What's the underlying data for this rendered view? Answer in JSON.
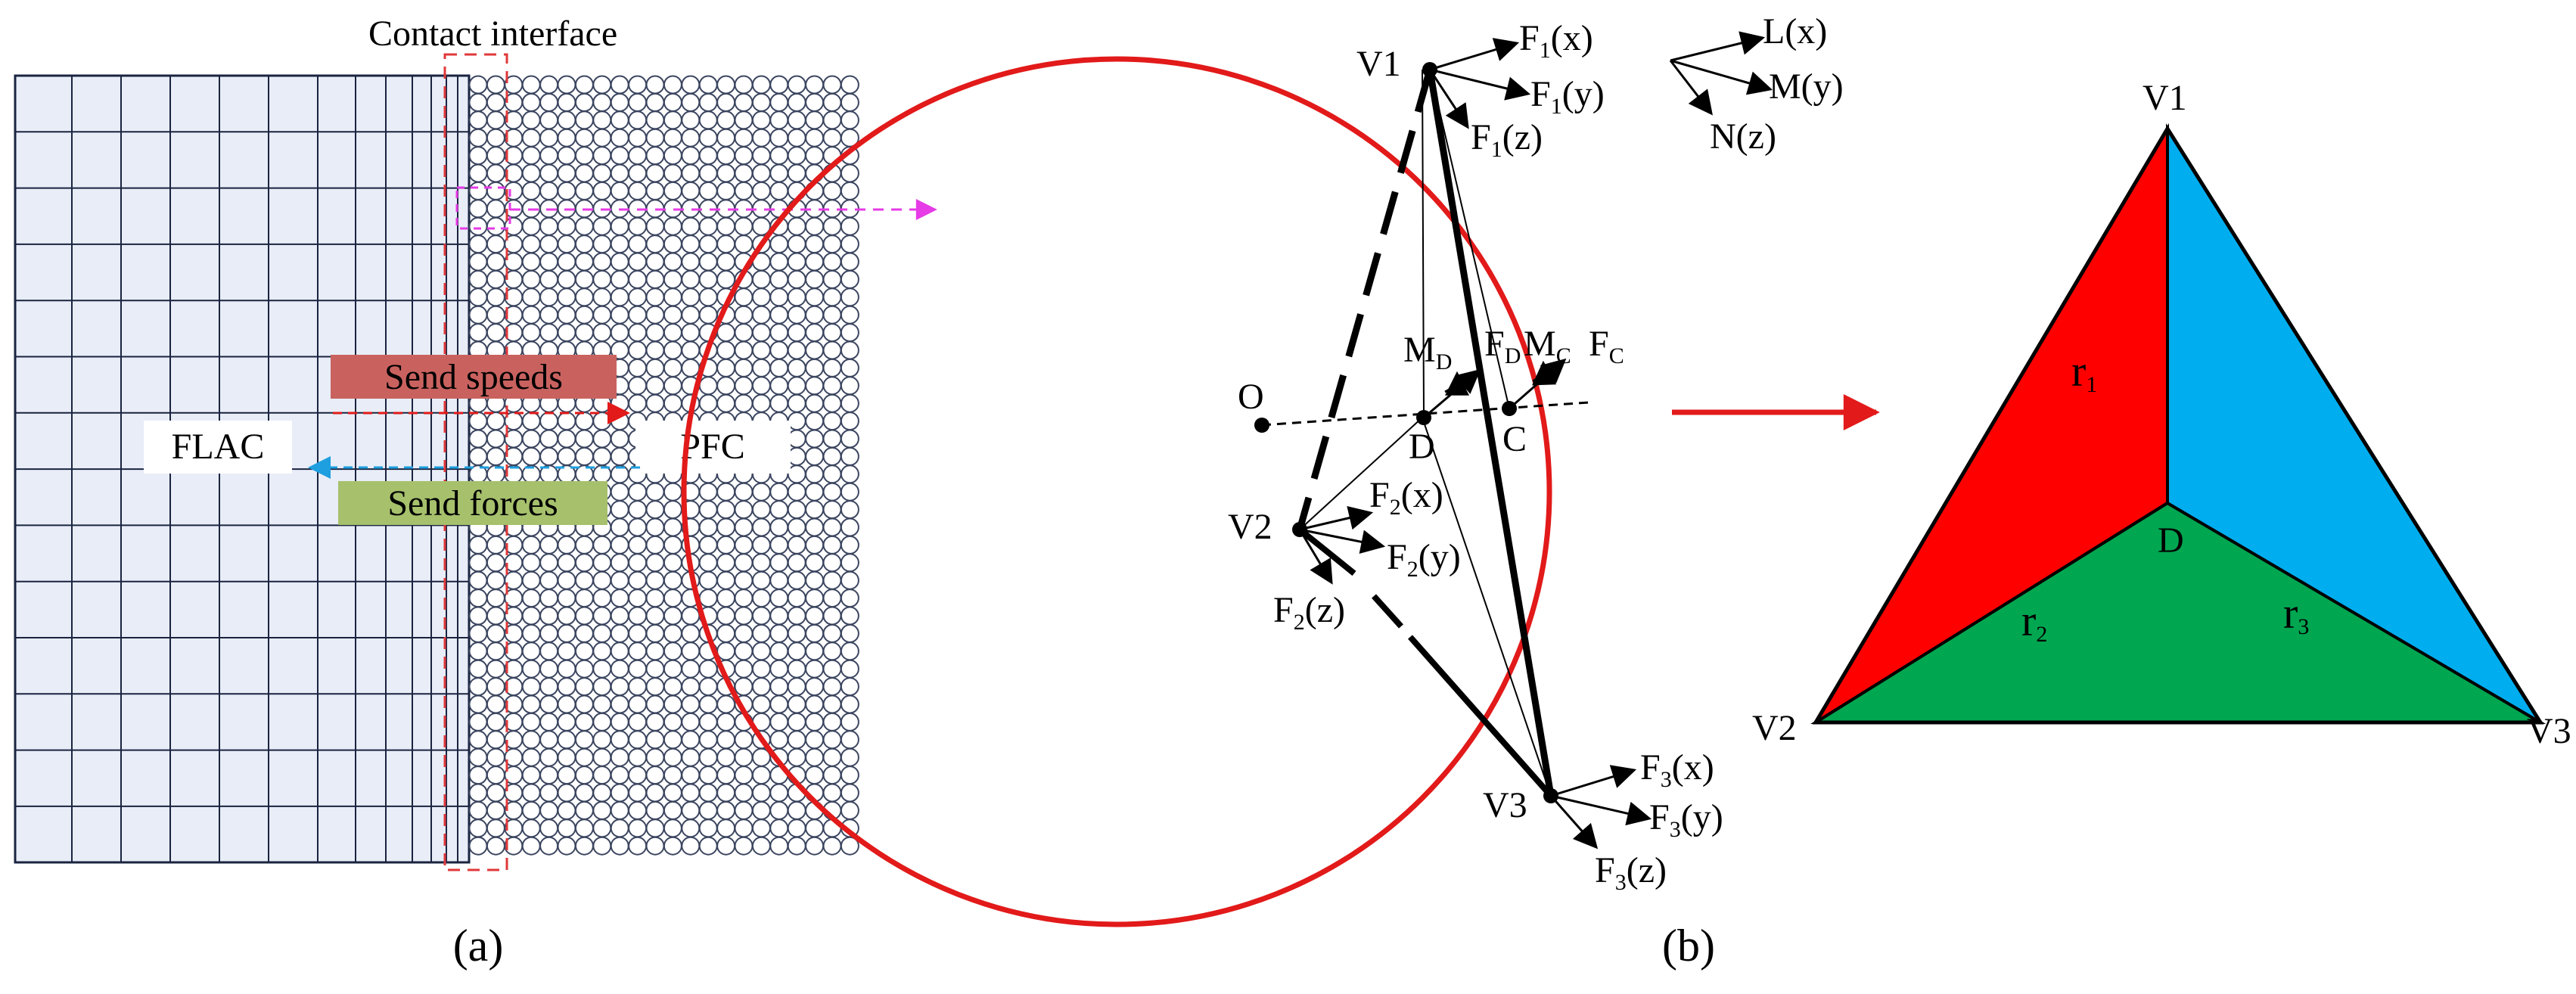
{
  "panel_a": {
    "caption": "(a)",
    "interface_label": "Contact interface",
    "send_speeds": "Send speeds",
    "send_forces": "Send forces",
    "flac": "FLAC",
    "pfc": "PFC",
    "colors": {
      "grid_fill": "#e8edf7",
      "grid_line": "#1a2440",
      "ball_line": "#3c4660",
      "interface_box": "#e0383a",
      "arrow_magenta": "#e63be6",
      "speeds_bg": "#c9625f",
      "forces_bg": "#a6c06c",
      "speeds_arrow": "#e21a1a",
      "forces_arrow": "#1e9fe0"
    }
  },
  "panel_b": {
    "caption": "(b)",
    "circle_color": "#e21a1a",
    "vertices": {
      "v1": "V1",
      "v2": "V2",
      "v3": "V3"
    },
    "points": {
      "o": "O",
      "d": "D",
      "c": "C"
    },
    "forces": {
      "f1": [
        "F",
        "1",
        "(x)",
        "(y)",
        "(z)"
      ],
      "f2": [
        "F",
        "2",
        "(x)",
        "(y)",
        "(z)"
      ],
      "f3": [
        "F",
        "3",
        "(x)",
        "(y)",
        "(z)"
      ]
    },
    "axes": {
      "l": "L(x)",
      "m": "M(y)",
      "n": "N(z)"
    },
    "moments": {
      "md_main": "M",
      "md_sub": "D",
      "fd_main": "F",
      "fd_sub": "D",
      "mc_main": "M",
      "mc_sub": "C",
      "fc_main": "F",
      "fc_sub": "C"
    }
  },
  "panel_c": {
    "vertices": {
      "v1": "V1",
      "v2": "V2",
      "v3": "V3"
    },
    "center": "D",
    "regions": [
      {
        "main": "r",
        "sub": "1",
        "color": "#ff0000"
      },
      {
        "main": "r",
        "sub": "2",
        "color": "#00a650"
      },
      {
        "main": "r",
        "sub": "3",
        "color": "#00aeef"
      }
    ],
    "arrow_color": "#e21a1a"
  }
}
